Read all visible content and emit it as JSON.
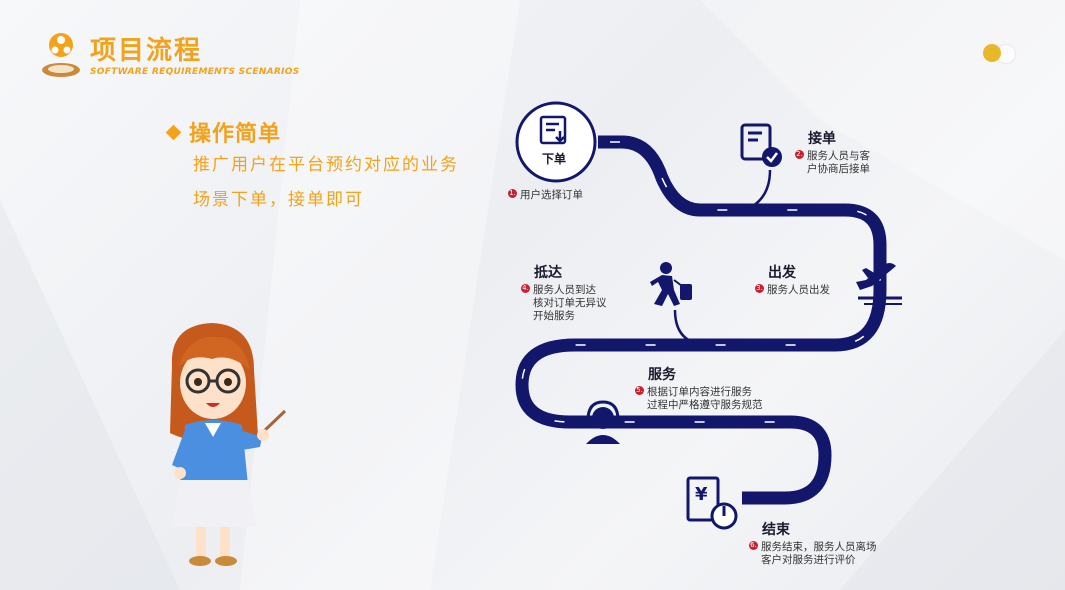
{
  "header": {
    "title": "项目流程",
    "subtitle": "SOFTWARE REQUIREMENTS SCENARIOS"
  },
  "feature": {
    "title": "操作简单",
    "lines": [
      "推广用户在平台预约对应的业务",
      "场景下单，接单即可"
    ]
  },
  "steps": [
    {
      "num": "1.",
      "title": "下单",
      "desc": [
        "用户选择订单"
      ],
      "icon": "order-form-icon"
    },
    {
      "num": "2.",
      "title": "接单",
      "desc": [
        "服务人员与客",
        "户协商后接单"
      ],
      "icon": "accept-checklist-icon"
    },
    {
      "num": "3.",
      "title": "出发",
      "desc": [
        "服务人员出发"
      ],
      "icon": "airplane-takeoff-icon"
    },
    {
      "num": "4.",
      "title": "抵达",
      "desc": [
        "服务人员到达",
        "核对订单无异议",
        "开始服务"
      ],
      "icon": "traveler-with-luggage-icon"
    },
    {
      "num": "5.",
      "title": "服务",
      "desc": [
        "根据订单内容进行服务",
        "过程中严格遵守服务规范"
      ],
      "icon": "headset-agent-icon"
    },
    {
      "num": "6.",
      "title": "结束",
      "desc": [
        "服务结束，服务人员离场",
        "客户对服务进行评价"
      ],
      "icon": "yuan-power-icon"
    }
  ],
  "colors": {
    "accent": "#f2a21b",
    "road": "#12176b",
    "badge": "#c8202f",
    "indicator": "#e8b72a"
  }
}
